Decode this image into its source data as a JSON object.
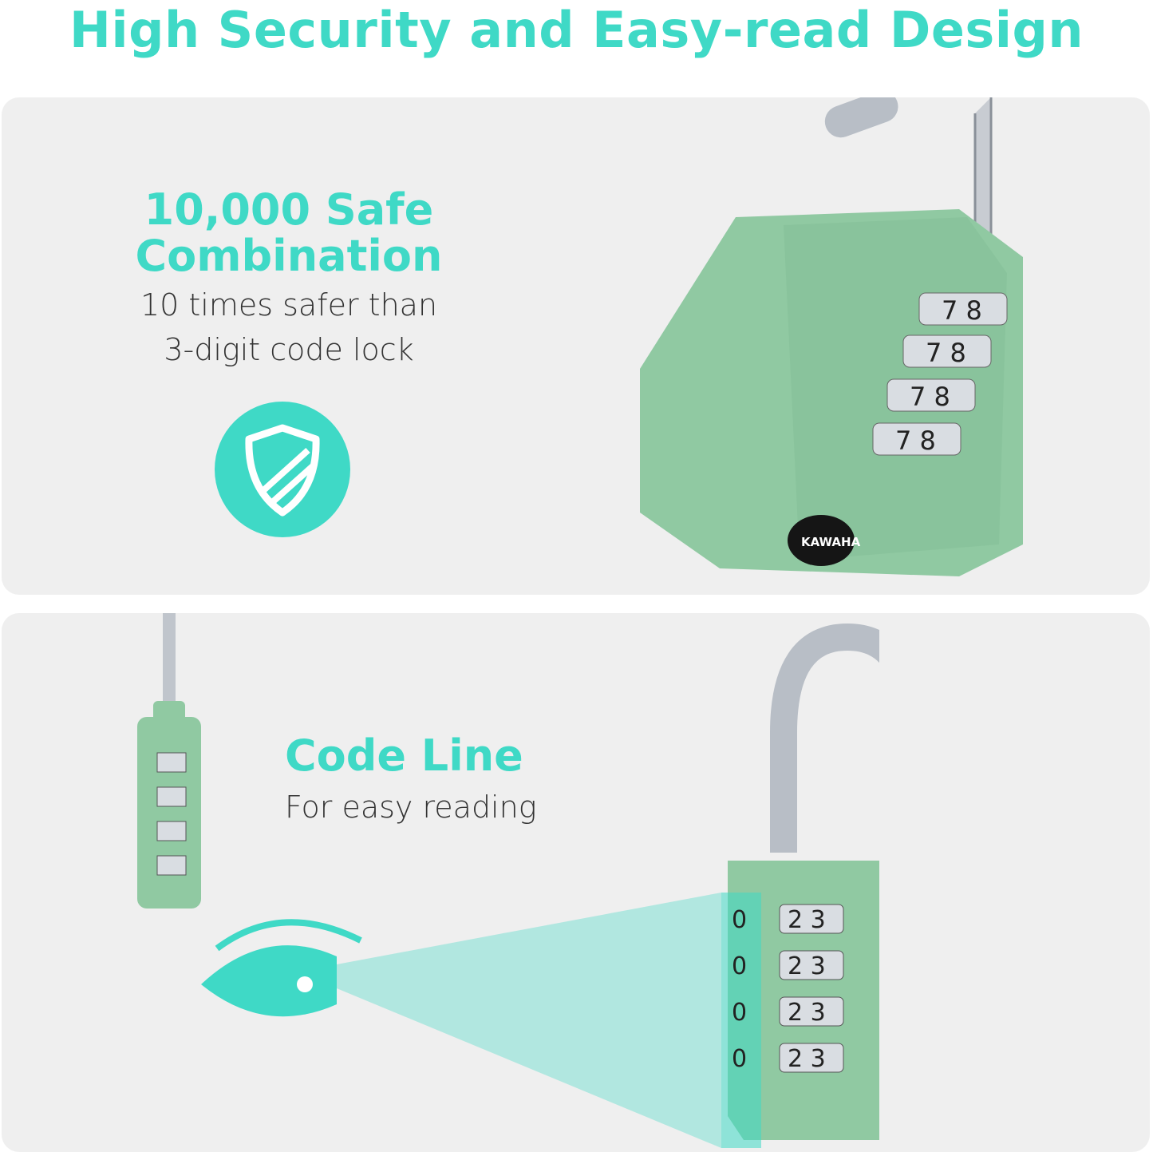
{
  "title": "High Security and Easy-read Design",
  "feature_1": {
    "heading_line1": "10,000 Safe",
    "heading_line2": "Combination",
    "sub_line1": "10 times safer than",
    "sub_line2": "3-digit code lock",
    "icon": "shield-icon"
  },
  "feature_2": {
    "heading": "Code Line",
    "sub": "For easy reading",
    "icon": "eye-icon"
  },
  "lock_top": {
    "dials": [
      "7 8",
      "7 8",
      "7 8",
      "7 8"
    ],
    "brand": "KAWAHA"
  },
  "lock_bottom": {
    "dials": [
      "2 3",
      "2 3",
      "2 3",
      "2 3"
    ],
    "code_line_digit": "0"
  },
  "colors": {
    "accent": "#3fd9c6",
    "lock_body": "#90c9a2",
    "panel": "#efefef"
  }
}
